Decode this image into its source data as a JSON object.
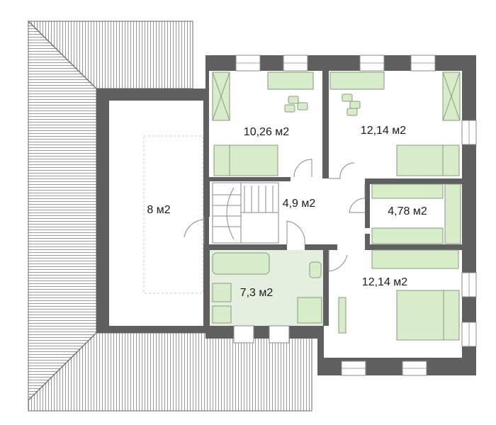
{
  "plan": {
    "rooms": [
      {
        "id": "void",
        "area": "8 м2"
      },
      {
        "id": "bedroom-1",
        "area": "10,26 м2"
      },
      {
        "id": "bedroom-2",
        "area": "12,14 м2"
      },
      {
        "id": "hall",
        "area": "4,9 м2"
      },
      {
        "id": "wardrobe",
        "area": "4,78 м2"
      },
      {
        "id": "bathroom",
        "area": "7,3 м2"
      },
      {
        "id": "bedroom-3",
        "area": "12,14 м2"
      }
    ],
    "colors": {
      "wall": "#5f5f5f",
      "furniture_fill": "#d7ecc9",
      "furniture_stroke": "#8a9a80",
      "bath_floor": "#e4efe0",
      "roof_line": "#7a7a7a"
    }
  }
}
